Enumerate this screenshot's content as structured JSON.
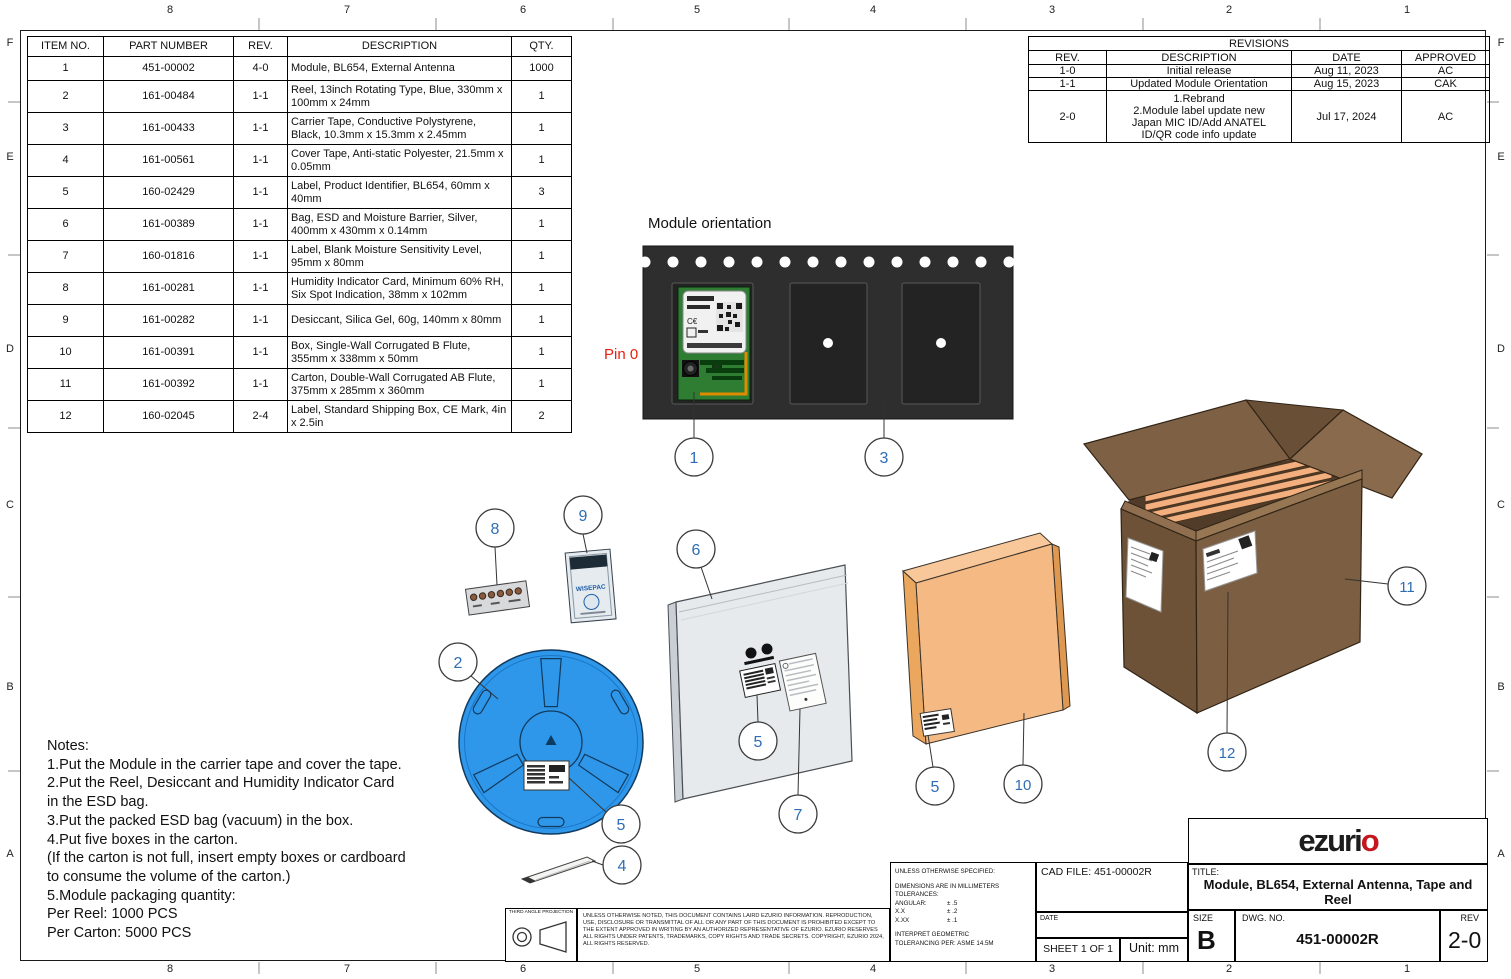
{
  "zones": {
    "columns": [
      "8",
      "7",
      "6",
      "5",
      "4",
      "3",
      "2",
      "1"
    ],
    "rows": [
      "F",
      "E",
      "D",
      "C",
      "B",
      "A"
    ]
  },
  "parts_table": {
    "headers": [
      "ITEM NO.",
      "PART NUMBER",
      "REV.",
      "DESCRIPTION",
      "QTY."
    ],
    "rows": [
      {
        "item": "1",
        "part": "451-00002",
        "rev": "4-0",
        "desc": "Module, BL654, External Antenna",
        "qty": "1000"
      },
      {
        "item": "2",
        "part": "161-00484",
        "rev": "1-1",
        "desc": "Reel, 13inch Rotating Type, Blue, 330mm x 100mm x 24mm",
        "qty": "1"
      },
      {
        "item": "3",
        "part": "161-00433",
        "rev": "1-1",
        "desc": "Carrier Tape, Conductive Polystyrene, Black, 10.3mm x 15.3mm x 2.45mm",
        "qty": "1"
      },
      {
        "item": "4",
        "part": "161-00561",
        "rev": "1-1",
        "desc": "Cover Tape, Anti-static Polyester, 21.5mm x 0.05mm",
        "qty": "1"
      },
      {
        "item": "5",
        "part": "160-02429",
        "rev": "1-1",
        "desc": "Label, Product Identifier, BL654, 60mm x 40mm",
        "qty": "3"
      },
      {
        "item": "6",
        "part": "161-00389",
        "rev": "1-1",
        "desc": "Bag, ESD and Moisture Barrier, Silver, 400mm x 430mm x 0.14mm",
        "qty": "1"
      },
      {
        "item": "7",
        "part": "160-01816",
        "rev": "1-1",
        "desc": "Label, Blank Moisture Sensitivity Level, 95mm x 80mm",
        "qty": "1"
      },
      {
        "item": "8",
        "part": "161-00281",
        "rev": "1-1",
        "desc": "Humidity Indicator Card, Minimum 60% RH, Six Spot Indication, 38mm x 102mm",
        "qty": "1"
      },
      {
        "item": "9",
        "part": "161-00282",
        "rev": "1-1",
        "desc": "Desiccant, Silica Gel, 60g, 140mm x 80mm",
        "qty": "1"
      },
      {
        "item": "10",
        "part": "161-00391",
        "rev": "1-1",
        "desc": "Box, Single-Wall Corrugated B Flute, 355mm x 338mm x 50mm",
        "qty": "1"
      },
      {
        "item": "11",
        "part": "161-00392",
        "rev": "1-1",
        "desc": "Carton, Double-Wall Corrugated AB Flute, 375mm x 285mm x 360mm",
        "qty": "1"
      },
      {
        "item": "12",
        "part": "160-02045",
        "rev": "2-4",
        "desc": "Label, Standard Shipping Box, CE Mark, 4in x 2.5in",
        "qty": "2"
      }
    ]
  },
  "revisions_table": {
    "title": "REVISIONS",
    "headers": [
      "REV.",
      "DESCRIPTION",
      "DATE",
      "APPROVED"
    ],
    "rows": [
      {
        "rev": "1-0",
        "desc": "Initial release",
        "date": "Aug 11, 2023",
        "approved": "AC"
      },
      {
        "rev": "1-1",
        "desc": "Updated Module Orientation",
        "date": "Aug 15, 2023",
        "approved": "CAK"
      },
      {
        "rev": "2-0",
        "desc": "1.Rebrand\n2.Module label update new\nJapan MIC ID/Add ANATEL\nID/QR code info update",
        "date": "Jul 17, 2024",
        "approved": "AC"
      }
    ]
  },
  "diagram": {
    "module_orientation_title": "Module orientation",
    "pin_label": "Pin 0",
    "desiccant_brand": "WISEPAC"
  },
  "callouts": [
    {
      "label": "1"
    },
    {
      "label": "3"
    },
    {
      "label": "2"
    },
    {
      "label": "8"
    },
    {
      "label": "9"
    },
    {
      "label": "5"
    },
    {
      "label": "4"
    },
    {
      "label": "6"
    },
    {
      "label": "5"
    },
    {
      "label": "7"
    },
    {
      "label": "5"
    },
    {
      "label": "10"
    },
    {
      "label": "11"
    },
    {
      "label": "12"
    }
  ],
  "notes": {
    "text": "Notes:\n1.Put the Module in the carrier tape and cover the tape.\n2.Put the Reel, Desiccant and Humidity Indicator Card\nin the ESD bag.\n3.Put the packed ESD bag (vacuum) in the box.\n4.Put five boxes in the carton.\n(If the carton is not full, insert empty boxes or cardboard\nto consume the volume of the carton.)\n5.Module packaging quantity:\nPer Reel: 1000 PCS\nPer Carton: 5000 PCS"
  },
  "title_block": {
    "third_angle_label": "THIRD ANGLE PROJECTION",
    "legal": "UNLESS OTHERWISE NOTED, THIS DOCUMENT CONTAINS LAIRD EZURIO INFORMATION. REPRODUCTION, USE, DISCLOSURE OR TRANSMITTAL OF ALL OR ANY PART OF THIS DOCUMENT IS PROHIBITED EXCEPT TO THE EXTENT APPROVED IN WRITING BY AN AUTHORIZED REPRESENTATIVE OF EZURIO. EZURIO RESERVES ALL RIGHTS UNDER PATENTS, TRADEMARKS, COPY RIGHTS AND TRADE SECRETS. COPYRIGHT, EZURIO  2024, ALL RIGHTS RESERVED.",
    "spec_title": "UNLESS OTHERWISE SPECIFIED:",
    "dims_line": "DIMENSIONS ARE IN MILLIMETERS",
    "tol_line": "TOLERANCES:",
    "tolerances": [
      {
        "label": "ANGULAR:",
        "value": "± .5"
      },
      {
        "label": "X.X",
        "value": "± .2"
      },
      {
        "label": "X.XX",
        "value": "± .1"
      }
    ],
    "interpret": "INTERPRET GEOMETRIC\nTOLERANCING PER:  ASME 14.5M",
    "cad_file": "CAD FILE: 451-00002R",
    "date_label": "DATE",
    "sheet": "SHEET 1 OF 1",
    "unit": "Unit: mm",
    "logo": {
      "main": "ezuri",
      "accent": "o"
    },
    "title_label": "TITLE:",
    "title": "Module, BL654, External Antenna, Tape and Reel",
    "size_label": "SIZE",
    "size": "B",
    "dwg_label": "DWG.  NO.",
    "dwg_no": "451-00002R",
    "rev_label": "REV",
    "rev": "2-0"
  },
  "colors": {
    "pin_label": "#e8210c",
    "balloon_number": "#2e6db5",
    "reel_blue": "#2e97e9",
    "box_orange": "#f5b983",
    "carton_brown": "#7c5e42",
    "esd_bag_gray": "#e6eaed",
    "logo_accent_red": "#c4161c"
  }
}
